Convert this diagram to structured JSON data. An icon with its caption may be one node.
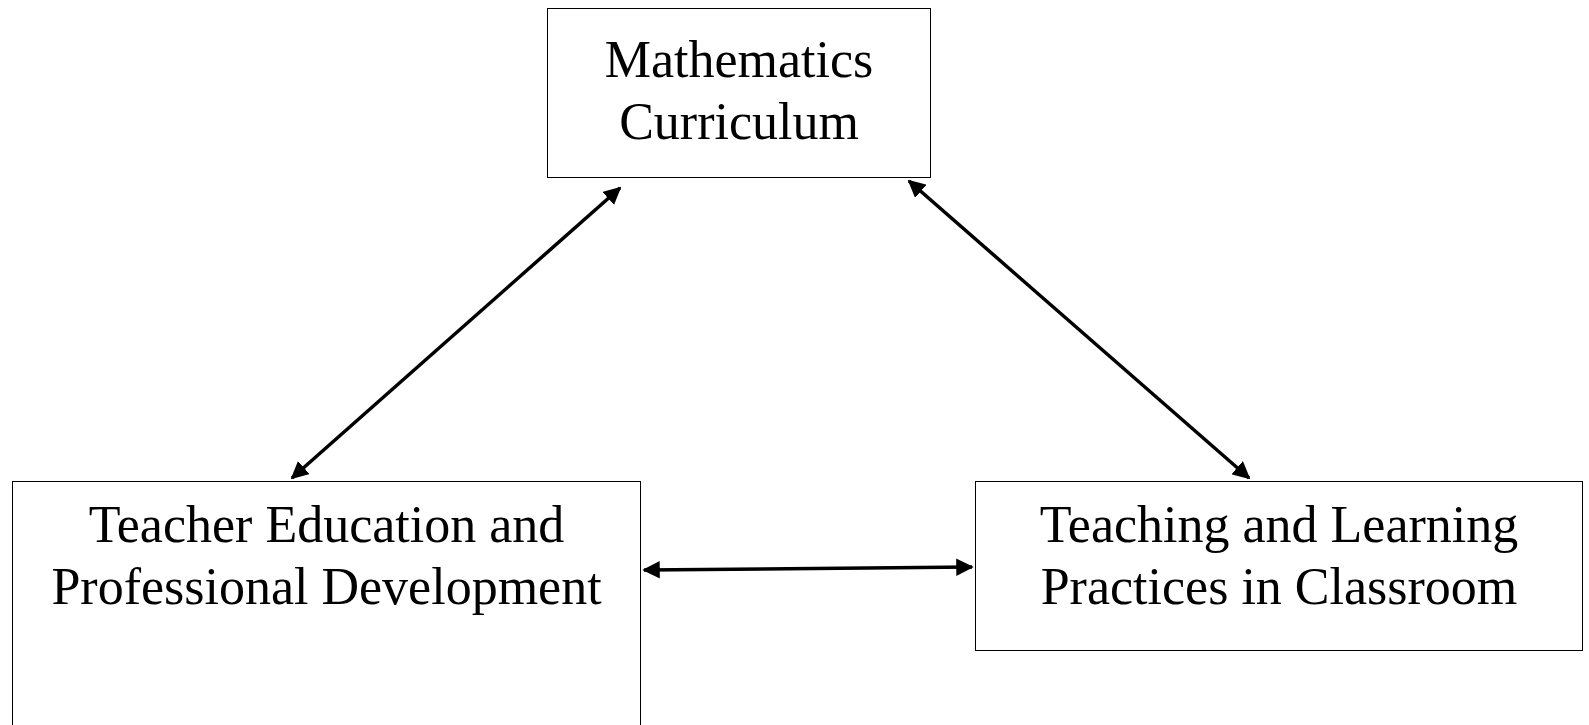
{
  "diagram": {
    "nodes": [
      {
        "text": [
          "Mathematics Curriculum"
        ]
      },
      {
        "text": [
          "Teacher Education and Professional Development"
        ]
      },
      {
        "text": [
          "Teaching and Learning Practices in Classroom"
        ]
      }
    ],
    "edges": [
      {
        "from": 0,
        "to": 1,
        "arrow": "both"
      },
      {
        "from": 0,
        "to": 2,
        "arrow": "both"
      },
      {
        "from": 1,
        "to": 2,
        "arrow": "both"
      }
    ]
  }
}
